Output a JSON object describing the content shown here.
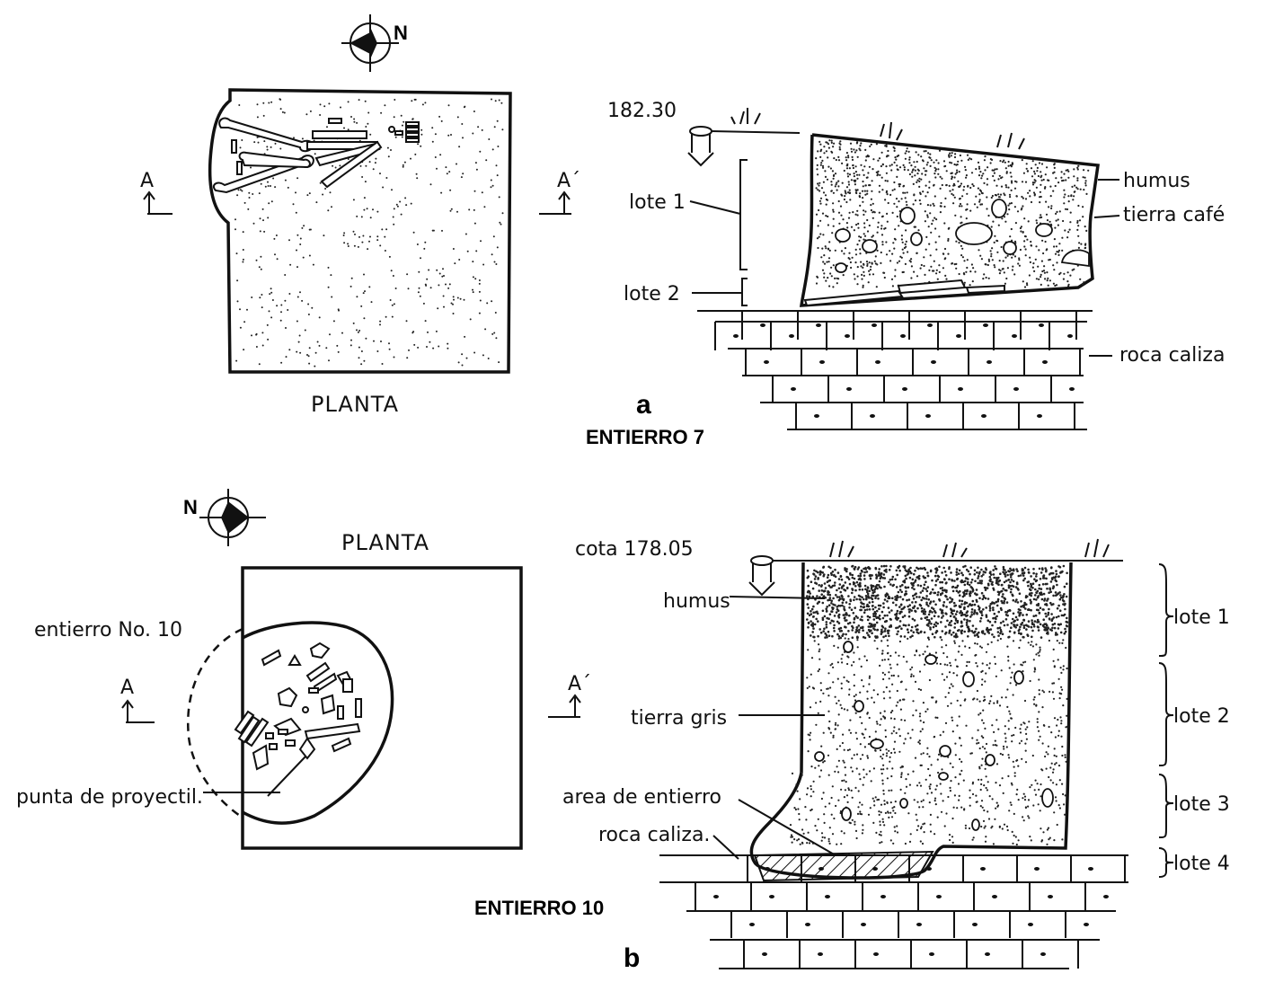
{
  "figure_a": {
    "plan_label": "PLANTA",
    "north": "N",
    "section_a": "A",
    "section_a_prime": "A´",
    "elevation": "182.30",
    "lot1": "lote 1",
    "lot2": "lote 2",
    "humus": "humus",
    "soil": "tierra café",
    "rock": "roca caliza",
    "letter": "a",
    "title": "ENTIERRO 7"
  },
  "figure_b": {
    "plan_label": "PLANTA",
    "north": "N",
    "burial_no": "entierro No. 10",
    "section_a": "A",
    "section_a_prime": "A´",
    "projectile": "punta de proyectil.",
    "elevation": "cota 178.05",
    "humus": "humus",
    "soil": "tierra gris",
    "burial_area": "area de entierro",
    "rock": "roca caliza.",
    "lot1": "lote 1",
    "lot2": "lote 2",
    "lot3": "lote 3",
    "lot4": "lote 4",
    "title": "ENTIERRO 10",
    "letter": "b"
  }
}
